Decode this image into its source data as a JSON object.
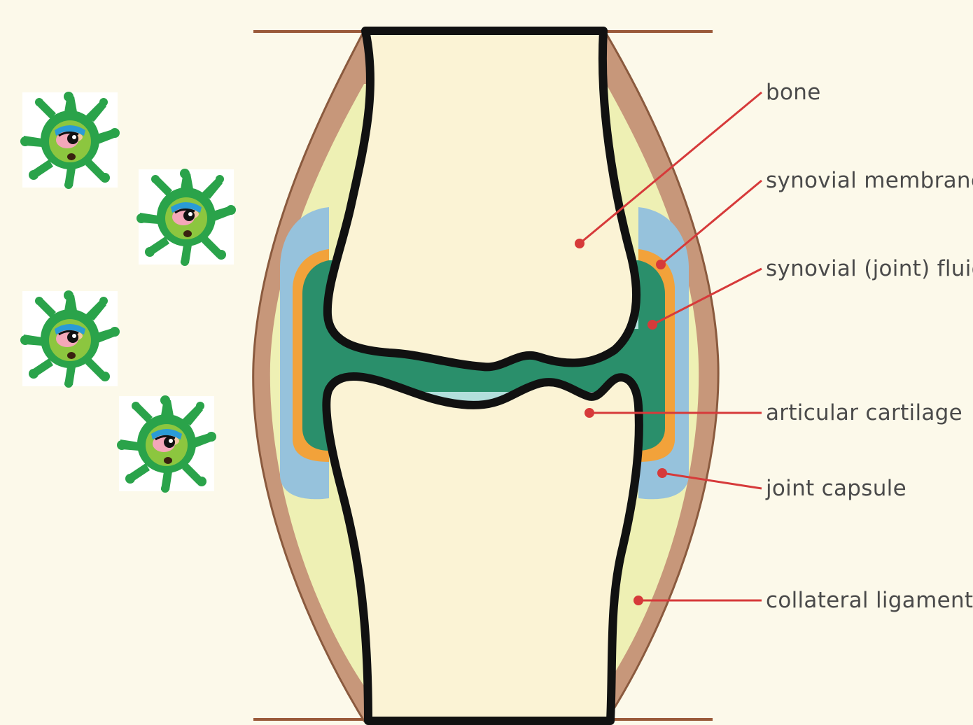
{
  "diagram": {
    "labels": {
      "bone": "bone",
      "synovial_membrane": "synovial membrane",
      "synovial_fluid": "synovial (joint) fluid",
      "articular_cartilage": "articular cartilage",
      "joint_capsule": "joint capsule",
      "collateral_ligament": "collateral ligament"
    },
    "colors": {
      "background": "#fcf9ea",
      "bone": "#fbf3d5",
      "bone_outline": "#111111",
      "ligament": "#c7977a",
      "capsule_outer": "#eef0b4",
      "capsule_blue": "#96c2dc",
      "membrane_orange": "#f2a23a",
      "synovial_fluid": "#2a8f6b",
      "cartilage": "#b3dfdc",
      "leader_line": "#d63a3a",
      "germ_body": "#2aa34a",
      "germ_center": "#8cc63f"
    },
    "icons": [
      "germ-icon",
      "germ-icon",
      "germ-icon",
      "germ-icon"
    ]
  }
}
